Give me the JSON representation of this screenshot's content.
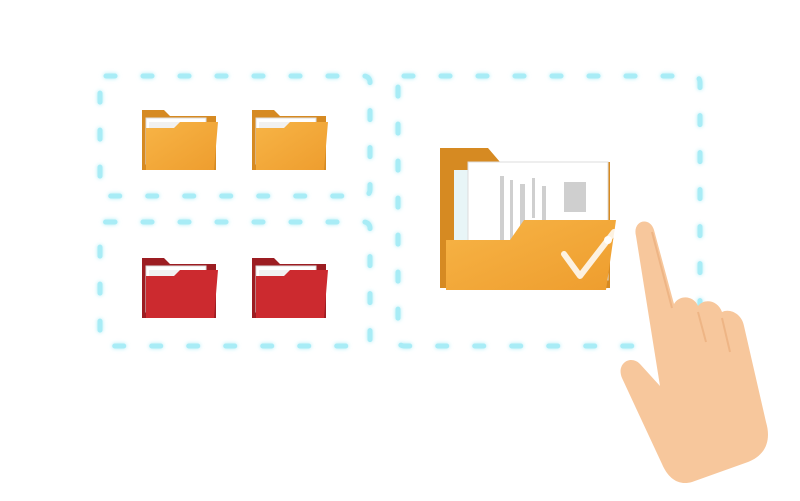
{
  "scene": {
    "description_icons": {
      "selection_box_icon": "dashed-selection-icon",
      "folder_icon": "folder-icon",
      "hand_icon": "pointing-hand-icon",
      "check_icon": "checkmark-icon"
    },
    "folders": [
      {
        "name": "folder-yellow-1",
        "color": "yellow"
      },
      {
        "name": "folder-yellow-2",
        "color": "yellow"
      },
      {
        "name": "folder-red-1",
        "color": "red"
      },
      {
        "name": "folder-red-2",
        "color": "red"
      }
    ],
    "selected_folder": {
      "name": "selected-folder",
      "color": "yellow",
      "checked": true
    }
  },
  "colors": {
    "dash": "#a8ecf6",
    "dash_glow": "#5fd8ee",
    "folder_yellow": "#f3a73b",
    "folder_yellow_back": "#d68a22",
    "folder_red": "#cc2a2f",
    "folder_red_back": "#9c1d22",
    "paper": "#f4f4f4",
    "skin": "#f7c79c",
    "skin_shadow": "#e7a877"
  }
}
